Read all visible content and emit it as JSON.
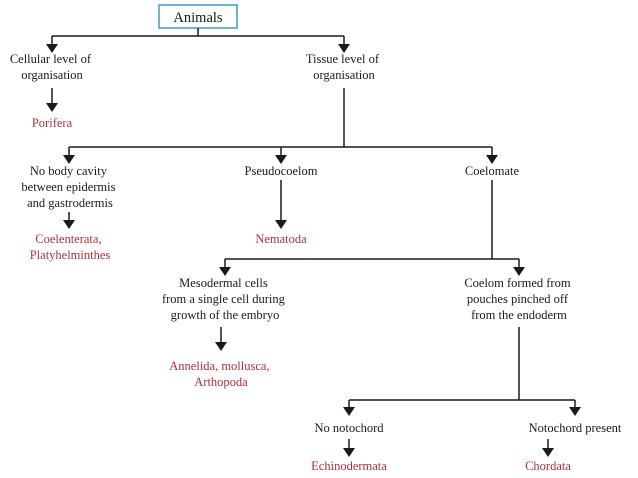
{
  "colors": {
    "line": "#1a1a1a",
    "text": "#1a1a1a",
    "phylum": "#b0303a",
    "root_border": "#3a9ec6",
    "root_fill": "#ffffff"
  },
  "root": {
    "label": "Animals"
  },
  "nodes": {
    "cellular": {
      "lines": [
        "Cellular level of",
        "organisation"
      ]
    },
    "tissue": {
      "lines": [
        "Tissue level of",
        "organisation"
      ]
    },
    "no_cavity": {
      "lines": [
        "No body cavity",
        "between epidermis",
        "and gastrodermis"
      ]
    },
    "pseudocoelom": {
      "lines": [
        "Pseudocoelom"
      ]
    },
    "coelomate": {
      "lines": [
        "Coelomate"
      ]
    },
    "mesodermal": {
      "lines": [
        "Mesodermal cells",
        "from a single cell during",
        "growth of the embryo"
      ]
    },
    "pouches": {
      "lines": [
        "Coelom formed from",
        "pouches pinched off",
        "from the endoderm"
      ]
    },
    "no_notochord": {
      "lines": [
        "No notochord"
      ]
    },
    "notochord_present": {
      "lines": [
        "Notochord present"
      ]
    }
  },
  "phyla": {
    "porifera": {
      "lines": [
        "Porifera"
      ]
    },
    "coelenterata": {
      "lines": [
        "Coelenterata,",
        "Platyhelminthes"
      ]
    },
    "nematoda": {
      "lines": [
        "Nematoda"
      ]
    },
    "annelida": {
      "lines": [
        "Annelida, mollusca,",
        "Arthopoda"
      ]
    },
    "echinodermata": {
      "lines": [
        "Echinodermata"
      ]
    },
    "chordata": {
      "lines": [
        "Chordata"
      ]
    }
  }
}
